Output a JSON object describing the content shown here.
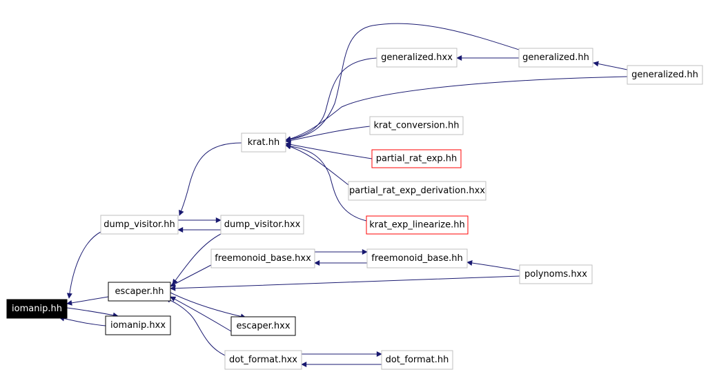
{
  "colors": {
    "edge": "#191970",
    "node_gray_border": "#bfbfbf",
    "node_black_border": "#000000",
    "node_red_border": "#ff0000",
    "root_fill": "#000000",
    "root_text": "#ffffff",
    "text": "#000000"
  },
  "nodes": {
    "iomanip_hh": "iomanip.hh",
    "dump_visitor_hh": "dump_visitor.hh",
    "escaper_hh": "escaper.hh",
    "iomanip_hxx": "iomanip.hxx",
    "krat_hh": "krat.hh",
    "dump_visitor_hxx": "dump_visitor.hxx",
    "freemonoid_base_hxx": "freemonoid_base.hxx",
    "escaper_hxx": "escaper.hxx",
    "dot_format_hxx": "dot_format.hxx",
    "generalized_hxx": "generalized.hxx",
    "krat_conversion_hh": "krat_conversion.hh",
    "partial_rat_exp_hh": "partial_rat_exp.hh",
    "partial_rat_exp_derivation_hxx": "partial_rat_exp_derivation.hxx",
    "krat_exp_linearize_hh": "krat_exp_linearize.hh",
    "freemonoid_base_hh": "freemonoid_base.hh",
    "polynoms_hxx": "polynoms.hxx",
    "dot_format_hh": "dot_format.hh",
    "generalized_hh": "generalized.hh",
    "generalized_hh_2": "generalized.hh"
  }
}
